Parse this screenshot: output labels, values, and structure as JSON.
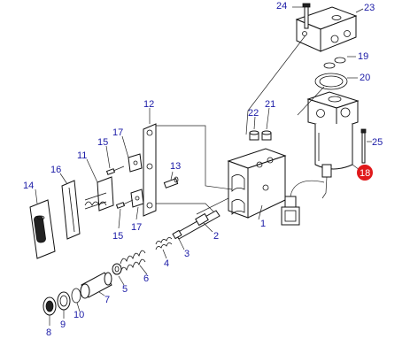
{
  "diagram": {
    "highlight_color": "#e0191b",
    "label_color": "#1a1aa6",
    "callouts": [
      {
        "id": "p24",
        "text": "24"
      },
      {
        "id": "p23",
        "text": "23"
      },
      {
        "id": "p19",
        "text": "19"
      },
      {
        "id": "p20",
        "text": "20"
      },
      {
        "id": "p22",
        "text": "22"
      },
      {
        "id": "p21",
        "text": "21"
      },
      {
        "id": "p25",
        "text": "25"
      },
      {
        "id": "p18",
        "text": "18"
      },
      {
        "id": "p12",
        "text": "12"
      },
      {
        "id": "p17a",
        "text": "17"
      },
      {
        "id": "p15a",
        "text": "15"
      },
      {
        "id": "p11",
        "text": "11"
      },
      {
        "id": "p16",
        "text": "16"
      },
      {
        "id": "p13",
        "text": "13"
      },
      {
        "id": "p14",
        "text": "14"
      },
      {
        "id": "p1",
        "text": "1"
      },
      {
        "id": "p2",
        "text": "2"
      },
      {
        "id": "p15b",
        "text": "15"
      },
      {
        "id": "p17b",
        "text": "17"
      },
      {
        "id": "p4",
        "text": "4"
      },
      {
        "id": "p3",
        "text": "3"
      },
      {
        "id": "p6",
        "text": "6"
      },
      {
        "id": "p5",
        "text": "5"
      },
      {
        "id": "p7",
        "text": "7"
      },
      {
        "id": "p10",
        "text": "10"
      },
      {
        "id": "p9",
        "text": "9"
      },
      {
        "id": "p8",
        "text": "8"
      }
    ],
    "selected": "p18"
  }
}
